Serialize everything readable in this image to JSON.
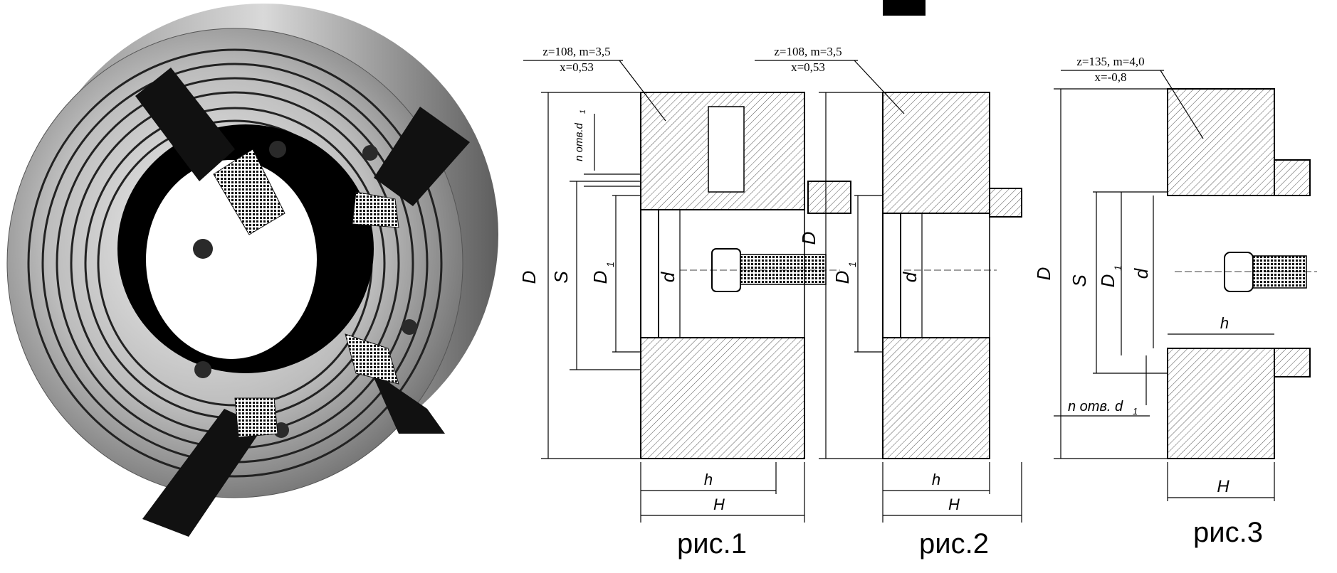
{
  "colors": {
    "steel_light": "#e6e6e6",
    "steel_mid": "#a9a9a9",
    "steel_dark": "#4a4a4a",
    "jaw_black": "#111111",
    "line": "#000000",
    "hatch": "#555555"
  },
  "photo": {
    "icon": "four-jaw-chuck-photo"
  },
  "figures": [
    {
      "caption": "рис.1",
      "gear_spec_line1": "z=108, m=3,5",
      "gear_spec_line2": "x=0,53",
      "labels": {
        "D": "D",
        "S": "S",
        "D1": "D",
        "D1_sub": "1",
        "d": "d",
        "holes": "n отв.d",
        "holes_sub": "1",
        "h": "h",
        "H": "H"
      }
    },
    {
      "caption": "рис.2",
      "gear_spec_line1": "z=108, m=3,5",
      "gear_spec_line2": "x=0,53",
      "labels": {
        "D": "D",
        "D1": "D",
        "D1_sub": "1",
        "d": "d",
        "h": "h",
        "H": "H"
      }
    },
    {
      "caption": "рис.3",
      "gear_spec_line1": "z=135, m=4,0",
      "gear_spec_line2": "x=-0,8",
      "labels": {
        "D": "D",
        "S": "S",
        "D1": "D",
        "D1_sub": "1",
        "d": "d",
        "holes": "n отв. d",
        "holes_sub": "1",
        "h": "h",
        "H": "H"
      }
    }
  ]
}
